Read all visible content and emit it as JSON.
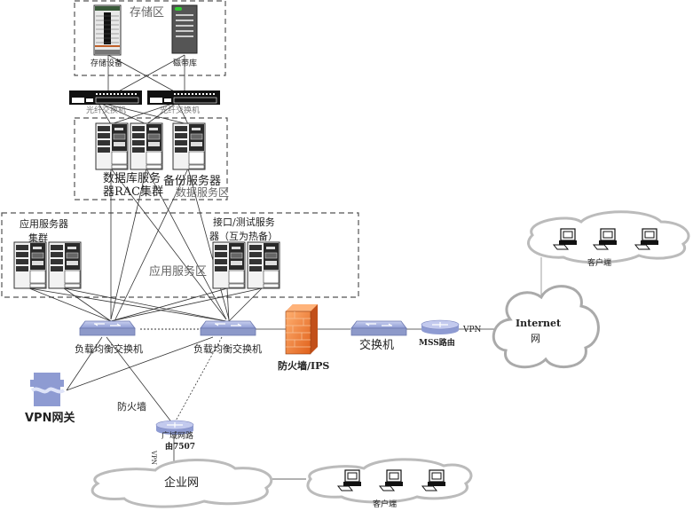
{
  "title": "系统网络拓扑图",
  "zones": {
    "storage": "存储区",
    "db": "数据服务区",
    "app": "应用服务区"
  },
  "labels": {
    "storage_device": "存储设备",
    "tape_library": "磁带库",
    "fc_switch_1": "光纤交换机",
    "fc_switch_2": "光纤交换机",
    "db_rac_line1": "数据库服务",
    "db_rac_line2": "器RAC集群",
    "backup_server": "备份服务器",
    "app_cluster_line1": "应用服务器",
    "app_cluster_line2": "集群",
    "if_test_line1": "接口/测试服务",
    "if_test_line2": "器（互为热备）",
    "lb_switch_1": "负载均衡交换机",
    "lb_switch_2": "负载均衡交换机",
    "firewall_ips": "防火墙/IPS",
    "switch": "交换机",
    "mss_router": "MSS路由",
    "vpn_link": "VPN",
    "internet_line1": "Internet",
    "internet_line2": "网",
    "clients_top": "客户端",
    "vpn_gateway": "VPN网关",
    "firewall": "防火墙",
    "wan_router_line1": "广域网路",
    "wan_router_line2": "由7507",
    "wan_vlink": "VPN",
    "enterprise_net": "企业网",
    "clients_bottom": "客户端"
  },
  "colors": {
    "line": "#333333",
    "zone_border": "#555555",
    "switch_blue": "#9aa6d8",
    "firewall_orange": "#f08a3a",
    "server_dark": "#2a2a2a",
    "cloud_gray": "#bdbdbd"
  }
}
